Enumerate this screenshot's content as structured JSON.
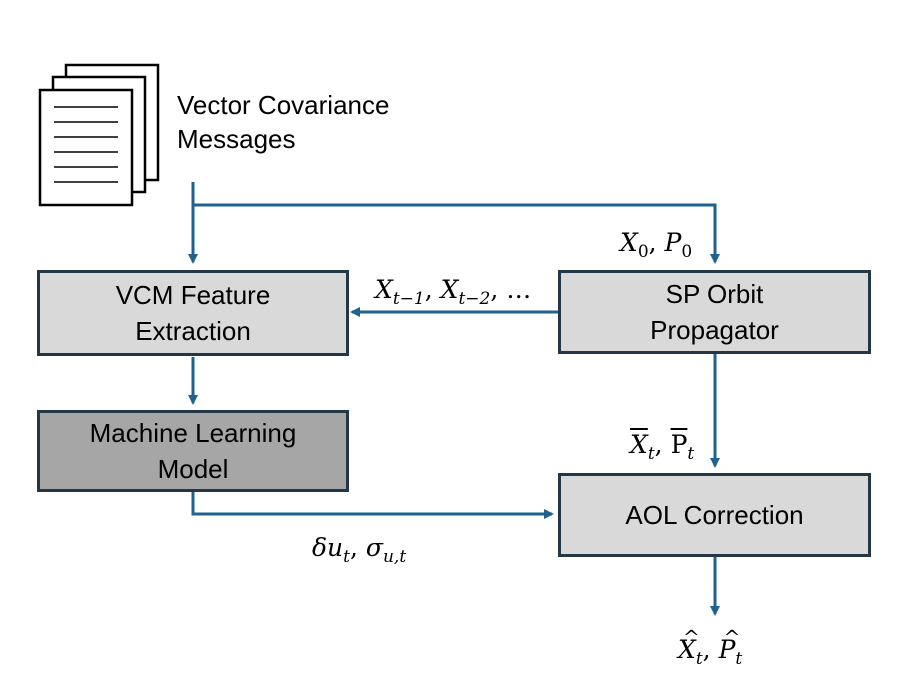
{
  "input_label": {
    "line1": "Vector Covariance",
    "line2": "Messages"
  },
  "boxes": {
    "vcm": {
      "line1": "VCM Feature",
      "line2": "Extraction"
    },
    "sp": {
      "line1": "SP Orbit",
      "line2": "Propagator"
    },
    "ml": {
      "line1": "Machine Learning",
      "line2": "Model"
    },
    "aol": {
      "line1": "AOL Correction"
    }
  },
  "edge_labels": {
    "x0p0": {
      "a": "X",
      "a_sub": "0",
      "sep": ", ",
      "b": "P",
      "b_sub": "0"
    },
    "history": {
      "a": "X",
      "a_sub": "t−1",
      "sep": ", ",
      "b": "X",
      "b_sub": "t−2",
      "tail": ", …"
    },
    "prop_out": {
      "a": "X",
      "a_sub": "t",
      "sep": ", ",
      "b": "P",
      "b_sub": "t"
    },
    "ml_out": {
      "a": "δu",
      "a_sub": "t",
      "sep": ", ",
      "b": "σ",
      "b_sub": "u,t"
    },
    "final": {
      "a": "X",
      "a_sub": "t",
      "sep": ", ",
      "b": "P",
      "b_sub": "t"
    }
  },
  "colors": {
    "arrow": "#1f628e",
    "box_border": "#243746",
    "box_fill": "#d9d9d9",
    "ml_fill": "#a6a6a6"
  }
}
